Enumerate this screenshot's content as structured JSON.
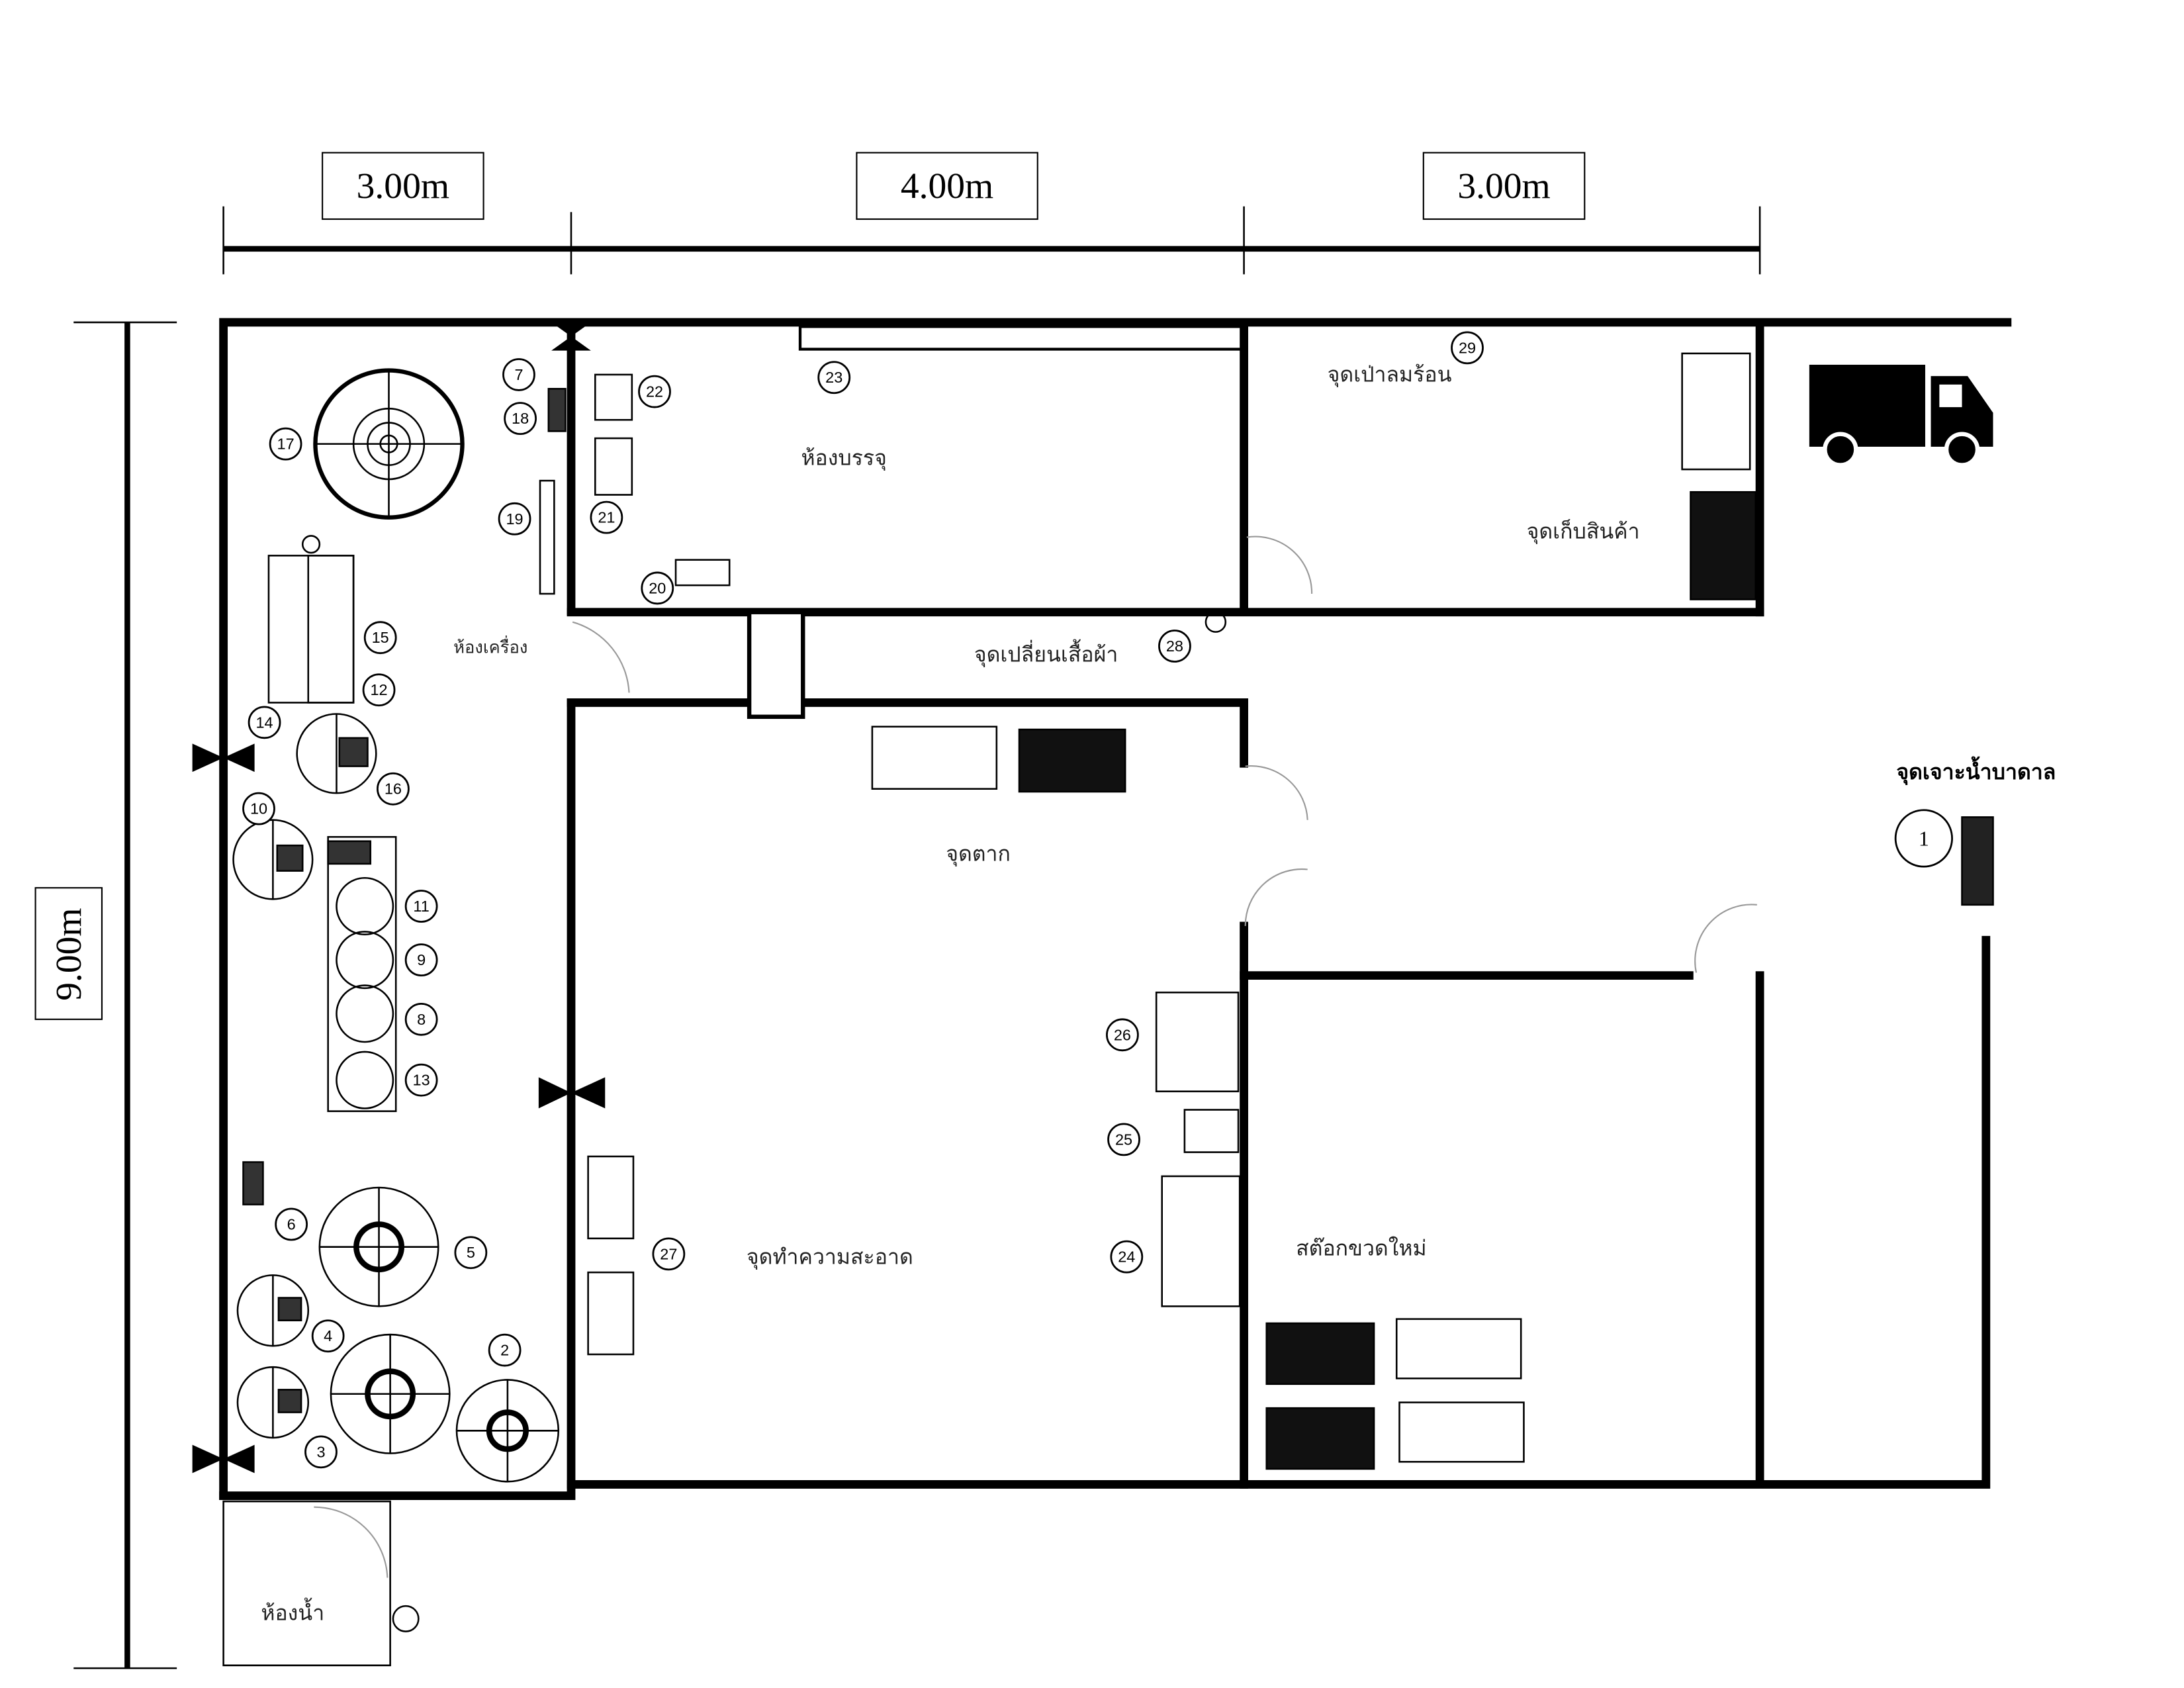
{
  "dimensions": {
    "top": [
      "3.00m",
      "4.00m",
      "3.00m"
    ],
    "left": "9.00m"
  },
  "rooms": {
    "packing_room": "ห้องบรรจุ",
    "machine_room": "ห้องเครื่อง",
    "hot_air_point": "จุดเป่าลมร้อน",
    "product_storage": "จุดเก็บสินค้า",
    "changing_point": "จุดเปลี่ยนเสื้อผ้า",
    "drying_point": "จุดตาก",
    "cleaning_point": "จุดทำความสะอาด",
    "new_bottle_stock": "สต๊อกขวดใหม่",
    "restroom": "ห้องน้ำ",
    "groundwater_well": "จุดเจาะน้ำบาดาล"
  },
  "markers": [
    "1",
    "2",
    "3",
    "4",
    "5",
    "6",
    "7",
    "8",
    "9",
    "10",
    "11",
    "12",
    "13",
    "14",
    "15",
    "16",
    "17",
    "18",
    "19",
    "20",
    "21",
    "22",
    "23",
    "24",
    "25",
    "26",
    "27",
    "28",
    "29"
  ],
  "icons": {
    "truck": "truck-icon"
  }
}
